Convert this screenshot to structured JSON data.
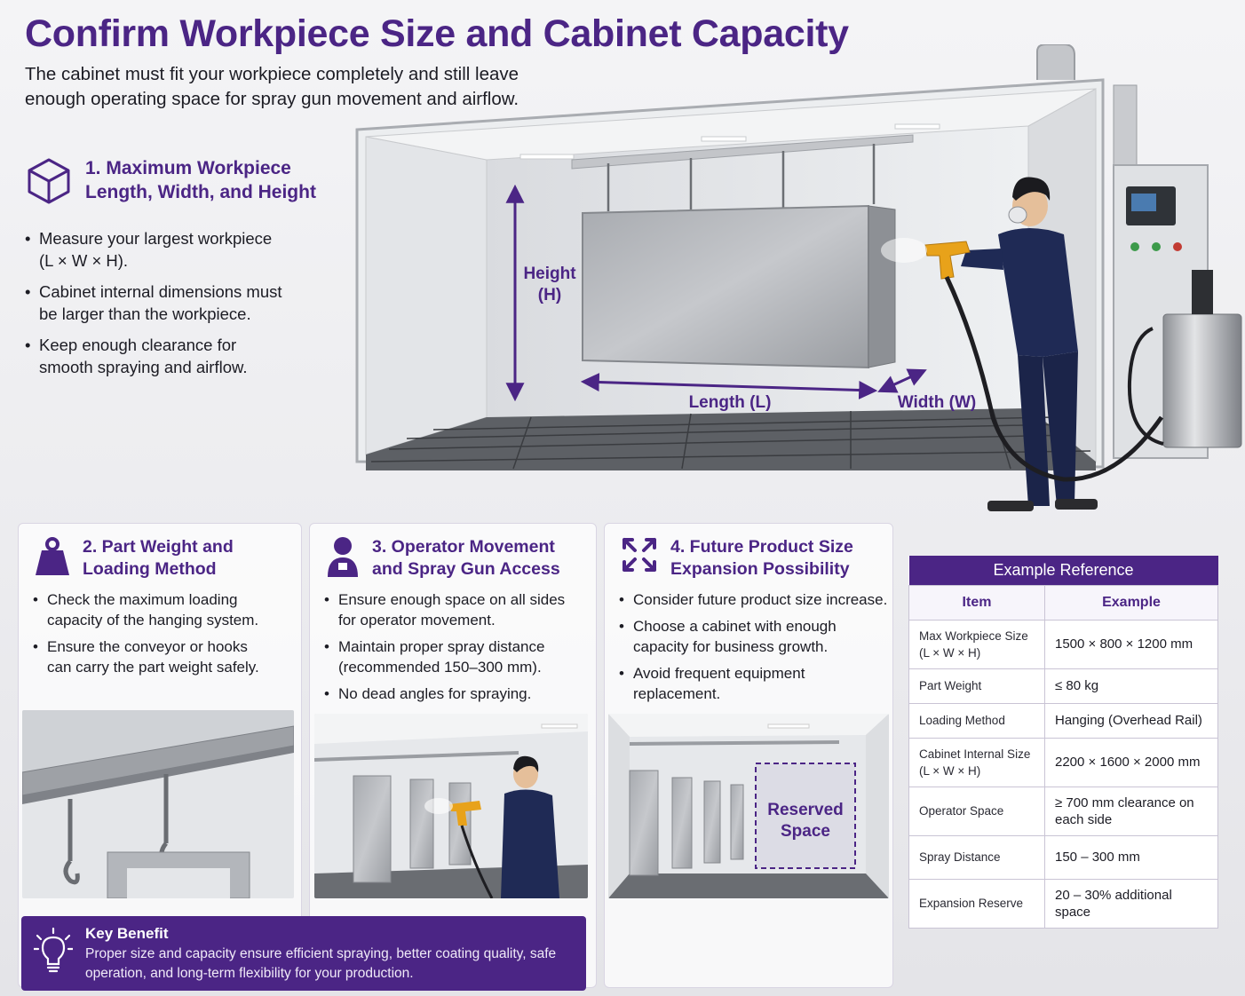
{
  "header": {
    "title": "Confirm Workpiece Size and Cabinet Capacity",
    "subtitle": "The cabinet must fit your workpiece completely and still leave enough operating space for spray gun movement and airflow."
  },
  "section1": {
    "title_line1": "1. Maximum Workpiece",
    "title_line2": "Length, Width, and Height",
    "bullets": [
      {
        "line1": "Measure your largest workpiece",
        "line2": "(L × W × H)."
      },
      {
        "line1": "Cabinet internal dimensions must",
        "line2": "be larger than the workpiece."
      },
      {
        "line1": "Keep enough clearance for",
        "line2": "smooth spraying and airflow."
      }
    ],
    "icon": "cube-icon"
  },
  "hero": {
    "height_label_line1": "Height",
    "height_label_line2": "(H)",
    "length_label": "Length (L)",
    "width_label": "Width (W)"
  },
  "section2": {
    "title_line1": "2. Part Weight and",
    "title_line2": "Loading Method",
    "icon": "weight-icon",
    "bullets": [
      {
        "line1": "Check the maximum loading",
        "line2": "capacity of the hanging system."
      },
      {
        "line1": "Ensure the conveyor or hooks",
        "line2": "can carry the part weight safely."
      }
    ]
  },
  "section3": {
    "title_line1": "3. Operator Movement",
    "title_line2": "and Spray Gun Access",
    "icon": "operator-icon",
    "bullets": [
      {
        "line1": "Ensure enough space on all sides",
        "line2": "for operator movement."
      },
      {
        "line1": "Maintain proper spray distance",
        "line2": "(recommended 150–300 mm)."
      },
      {
        "line1": "No dead angles for spraying.",
        "line2": ""
      }
    ]
  },
  "section4": {
    "title_line1": "4. Future Product Size",
    "title_line2": "Expansion Possibility",
    "icon": "expand-icon",
    "bullets": [
      {
        "line1": "Consider future product size increase.",
        "line2": ""
      },
      {
        "line1": "Choose a cabinet with enough",
        "line2": "capacity for business growth."
      },
      {
        "line1": "Avoid frequent equipment",
        "line2": "replacement."
      }
    ],
    "reserved_line1": "Reserved",
    "reserved_line2": "Space"
  },
  "benefit": {
    "title": "Key Benefit",
    "text": "Proper size and capacity ensure efficient spraying, better coating quality, safe operation, and long-term flexibility for your production.",
    "icon": "lightbulb-icon"
  },
  "reference": {
    "caption": "Example Reference",
    "col_item": "Item",
    "col_example": "Example",
    "rows": [
      {
        "item": "Max Workpiece Size (L × W × H)",
        "value": "1500 × 800 × 1200 mm"
      },
      {
        "item": "Part Weight",
        "value": "≤ 80 kg"
      },
      {
        "item": "Loading Method",
        "value": "Hanging (Overhead Rail)"
      },
      {
        "item": "Cabinet Internal Size (L × W × H)",
        "value": "2200 × 1600 × 2000 mm"
      },
      {
        "item": "Operator Space",
        "value": "≥ 700 mm clearance on each side"
      },
      {
        "item": "Spray Distance",
        "value": "150 – 300 mm"
      },
      {
        "item": "Expansion Reserve",
        "value": "20 – 30% additional space"
      }
    ]
  },
  "colors": {
    "accent": "#4b2585",
    "steel": "#b9bcc2",
    "operator": "#1f2a55",
    "spray_gun": "#e8a21a"
  }
}
